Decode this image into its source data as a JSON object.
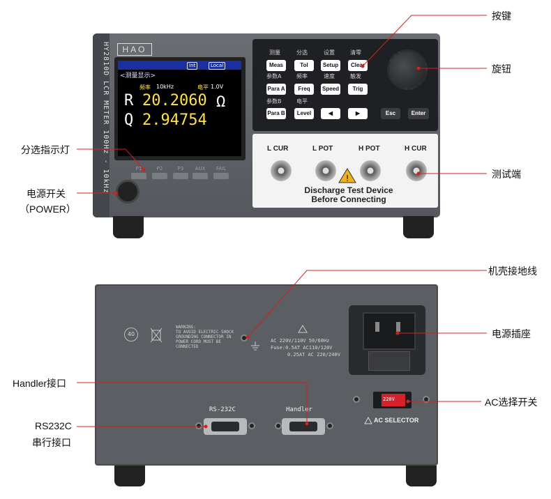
{
  "front": {
    "model": "HY2810D  LCR METER  100Hz - 10kHz",
    "logo": "HAO",
    "screen": {
      "title": "<测量显示>",
      "tag_int": "Int",
      "tag_local": "Local",
      "freq_label": "频率",
      "freq_value": "10kHz",
      "level_label": "电平",
      "level_value": "1.0V",
      "r_label": "R",
      "r_value": "20.2060",
      "r_unit": "Ω",
      "q_label": "Q",
      "q_value": "2.94754"
    },
    "leds": [
      "P1",
      "P2",
      "P3",
      "AUX",
      "FAIL"
    ],
    "keypad": {
      "row1_labels": [
        "测量",
        "分选",
        "设置",
        "清零"
      ],
      "row1_keys": [
        "Meas",
        "Tol",
        "Setup",
        "Clear"
      ],
      "row2_labels": [
        "参数A",
        "频率",
        "速度",
        "触发"
      ],
      "row2_keys": [
        "Para A",
        "Freq",
        "Speed",
        "Trig"
      ],
      "row3_labels": [
        "参数B",
        "电平"
      ],
      "row3_keys": [
        "Para B",
        "Level",
        "◀",
        "▶",
        "Esc",
        "Enter"
      ]
    },
    "terminals": [
      "L CUR",
      "L POT",
      "H POT",
      "H CUR"
    ],
    "warning": [
      "Discharge Test Device",
      "Before Connecting"
    ]
  },
  "back": {
    "warning_text": "WARNING:\nTO AVOID ELECTRIC SHOCK\nGROUNDING CONNECTOR IN\nPOWER CORD MUST BE\nCONNECTED",
    "spec_lines": [
      "AC 220V/110V 50/60Hz",
      "Fuse:0.5AT AC110/120V",
      "0.25AT AC 220/240V"
    ],
    "rs232_label": "RS-232C",
    "handler_label": "Handler",
    "ac_selector_label": "AC SELECTOR",
    "switch_value": "220V",
    "cert_badge": "40"
  },
  "callouts": {
    "keys": "按键",
    "knob": "旋钮",
    "sort_led": "分选指示灯",
    "power": "电源开关",
    "power_en": "（POWER）",
    "test_terminal": "测试端",
    "ground": "机壳接地线",
    "power_socket": "电源插座",
    "handler": "Handler接口",
    "ac_switch": "AC选择开关",
    "rs232": "RS232C",
    "rs232_cn": "串行接口"
  },
  "colors": {
    "callout_line": "#d42020",
    "screen_value": "#ffe14a",
    "switch": "#d6212a"
  }
}
